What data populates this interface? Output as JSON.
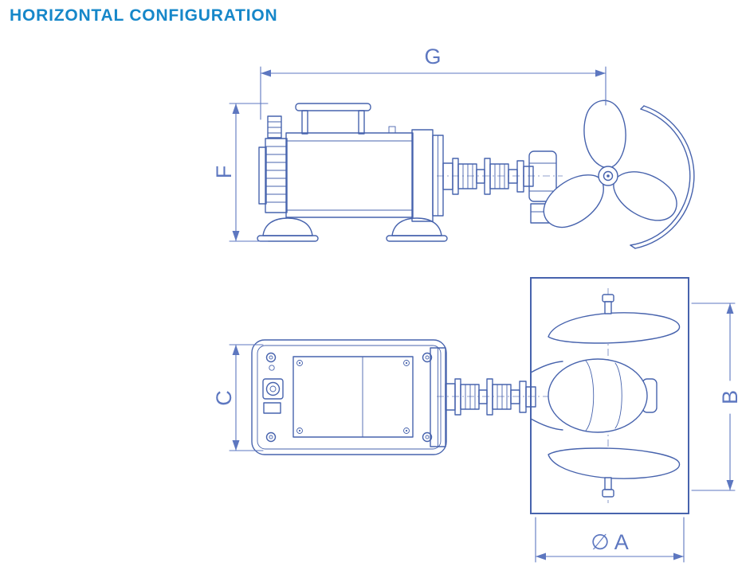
{
  "title": "HORIZONTAL CONFIGURATION",
  "colors": {
    "title": "#1687c9",
    "drawing": "#4763ad",
    "dimension": "#5d77c0",
    "background": "#ffffff"
  },
  "labels": {
    "g": "G",
    "f": "F",
    "c": "C",
    "b": "B",
    "a": "∅ A"
  }
}
